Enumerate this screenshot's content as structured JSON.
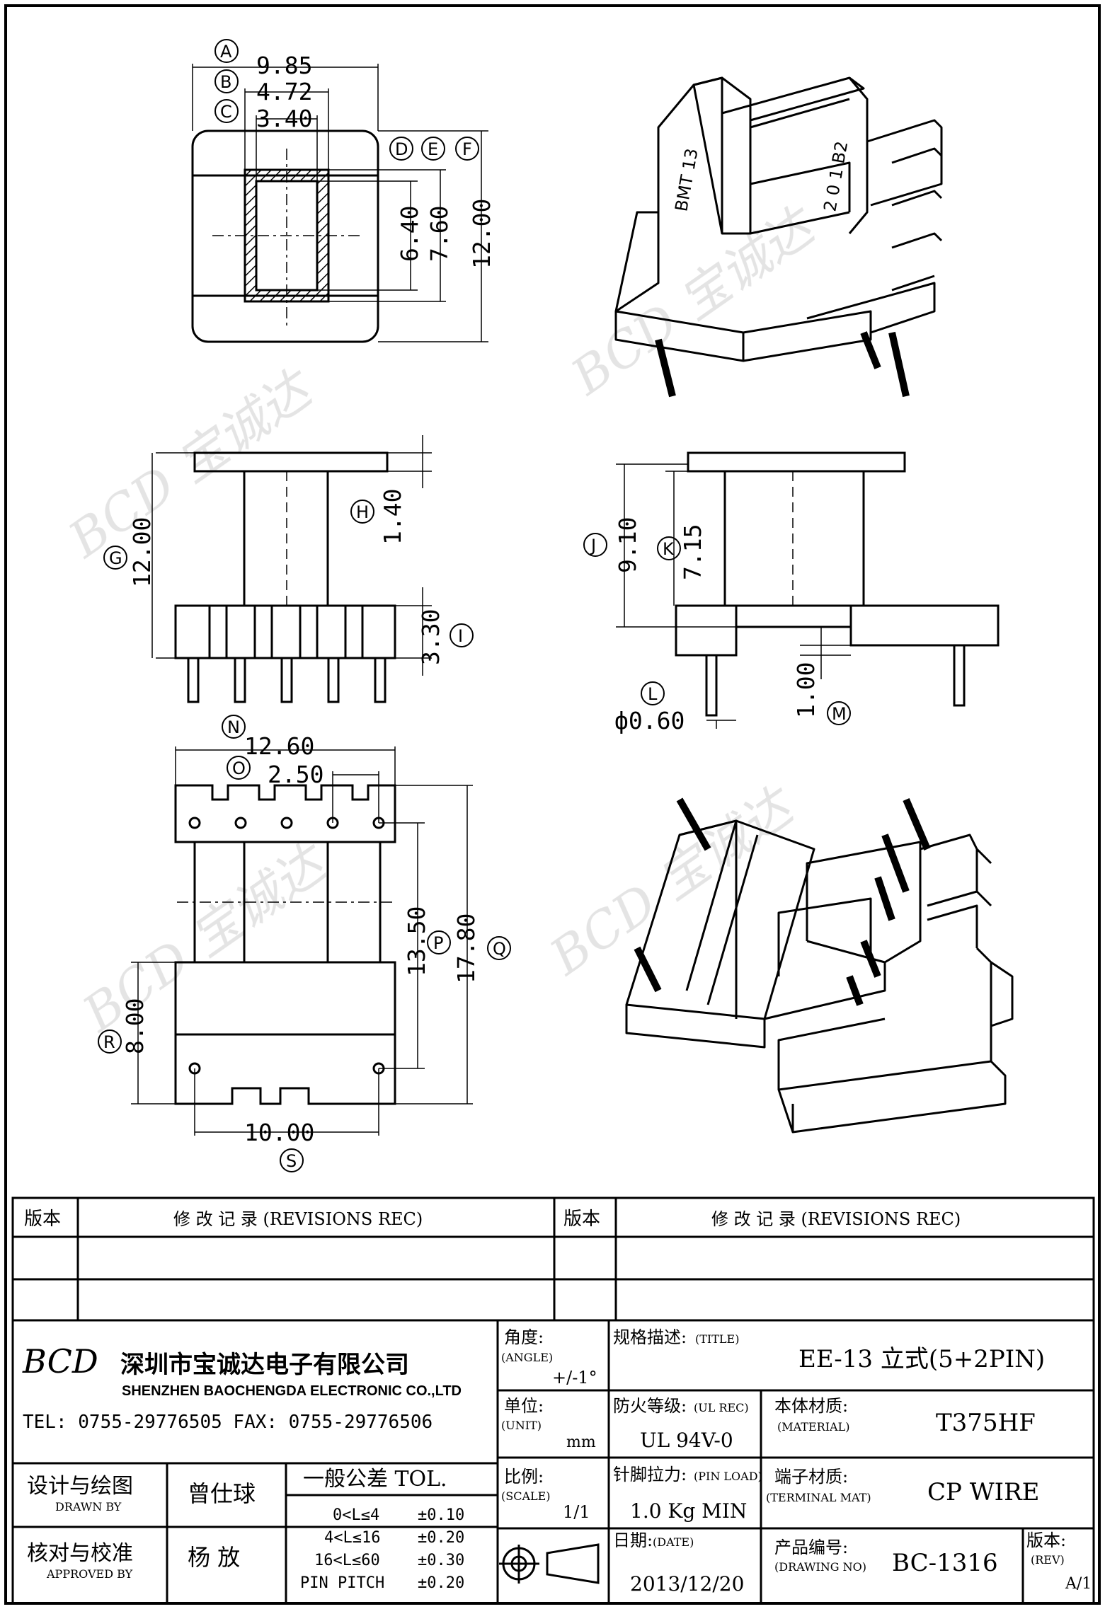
{
  "watermark": {
    "text": "BCD 宝诚达"
  },
  "dimensions": {
    "A": "9.85",
    "B": "4.72",
    "C": "3.40",
    "D": "6.40",
    "E": "7.60",
    "F": "12.00",
    "G": "12.00",
    "H": "1.40",
    "I": "3.30",
    "J": "9.10",
    "K": "7.15",
    "L": "ф0.60",
    "M": "1.00",
    "N": "12.60",
    "O": "2.50",
    "P": "13.50",
    "Q": "17.80",
    "R": "8.00",
    "S": "10.00"
  },
  "marks": {
    "bobbin_marking": "BMT 13",
    "pin_marks": "2 0 1 B2"
  },
  "revisions": {
    "ver_label": "版本",
    "rec_label": "修 改 记 录  (REVISIONS REC)"
  },
  "company": {
    "logo": "BCD",
    "name_cn": "深圳市宝诚达电子有限公司",
    "name_en": "SHENZHEN BAOCHENGDA ELECTRONIC CO.,LTD",
    "contact": "TEL: 0755-29776505  FAX: 0755-29776506"
  },
  "title_block": {
    "angle_label": "角度:",
    "angle_en": "(ANGLE)",
    "angle_value": "+/-1°",
    "unit_label": "单位:",
    "unit_en": "(UNIT)",
    "unit_value": "mm",
    "scale_label": "比例:",
    "scale_en": "(SCALE)",
    "scale_value": "1/1",
    "title_label": "规格描述:",
    "title_en": "(TITLE)",
    "title_value": "EE-13 立式(5+2PIN)",
    "ul_label": "防火等级:",
    "ul_en": "(UL REC)",
    "ul_value": "UL 94V-0",
    "material_label": "本体材质:",
    "material_en": "(MATERIAL)",
    "material_value": "T375HF",
    "pinload_label": "针脚拉力:",
    "pinload_en": "(PIN LOAD)",
    "pinload_value": "1.0 Kg MIN",
    "terminal_label": "端子材质:",
    "terminal_en": "(TERMINAL MAT)",
    "terminal_value": "CP WIRE",
    "date_label": "日期:",
    "date_en": "(DATE)",
    "date_value": "2013/12/20",
    "drawno_label": "产品编号:",
    "drawno_en": "(DRAWING NO)",
    "drawno_value": "BC-1316",
    "rev_label": "版本:",
    "rev_en": "(REV)",
    "rev_value": "A/1",
    "designed_label": "设计与绘图",
    "designed_en": "DRAWN BY",
    "designed_value": "曾仕球",
    "approved_label": "核对与校准",
    "approved_en": "APPROVED BY",
    "approved_value": "杨  放",
    "tol_title": "一般公差 TOL.",
    "tol_rows": [
      {
        "range": "0<L≤4",
        "value": "±0.10"
      },
      {
        "range": "4<L≤16",
        "value": "±0.20"
      },
      {
        "range": "16<L≤60",
        "value": "±0.30"
      },
      {
        "range": "PIN PITCH",
        "value": "±0.20"
      }
    ]
  }
}
